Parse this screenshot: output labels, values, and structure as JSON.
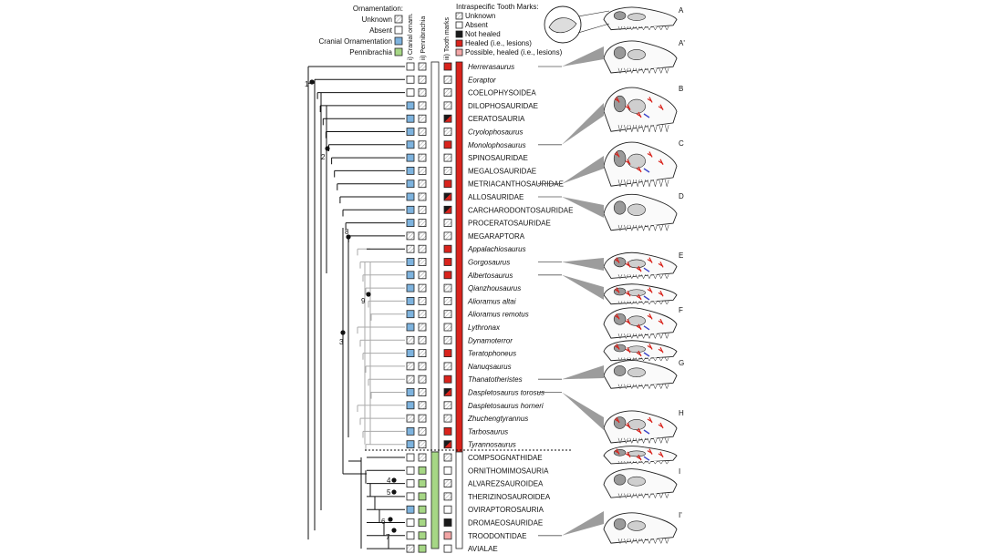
{
  "legend_ornament": {
    "title": "Ornamentation:",
    "items": [
      "Unknown",
      "Absent",
      "Cranial Ornamentation",
      "Pennibrachia"
    ]
  },
  "legend_tooth": {
    "title": "Intraspecific Tooth Marks:",
    "items": [
      "Unknown",
      "Absent",
      "Not healed",
      "Healed (i.e., lesions)",
      "Possible, healed (i.e., lesions)"
    ]
  },
  "column_headers": [
    "i) Cranial ornam.",
    "ii) Pennibrachia",
    "iii) Tooth marks"
  ],
  "colors": {
    "cranial": "#7eb3de",
    "pennibrachia": "#a6d785",
    "healed": "#d9231c",
    "not_healed": "#1a1a1a",
    "possible_healed": "#f3a6a6",
    "tyrannosaur_branch": "#a8a8a8"
  },
  "taxa": [
    {
      "name": "Herrerasaurus",
      "italic": true,
      "orn": "absent",
      "penn": "unknown",
      "tooth": "healed"
    },
    {
      "name": "Eoraptor",
      "italic": true,
      "orn": "absent",
      "penn": "unknown",
      "tooth": "unknown"
    },
    {
      "name": "COELOPHYSOIDEA",
      "italic": false,
      "orn": "absent",
      "penn": "unknown",
      "tooth": "unknown"
    },
    {
      "name": "DILOPHOSAURIDAE",
      "italic": false,
      "orn": "cranial",
      "penn": "unknown",
      "tooth": "unknown"
    },
    {
      "name": "CERATOSAURIA",
      "italic": false,
      "orn": "cranial",
      "penn": "unknown",
      "tooth": "mixed"
    },
    {
      "name": "Cryolophosaurus",
      "italic": true,
      "orn": "cranial",
      "penn": "unknown",
      "tooth": "unknown"
    },
    {
      "name": "Monolophosaurus",
      "italic": true,
      "orn": "cranial",
      "penn": "unknown",
      "tooth": "healed"
    },
    {
      "name": "SPINOSAURIDAE",
      "italic": false,
      "orn": "cranial",
      "penn": "unknown",
      "tooth": "unknown"
    },
    {
      "name": "MEGALOSAURIDAE",
      "italic": false,
      "orn": "cranial",
      "penn": "unknown",
      "tooth": "unknown"
    },
    {
      "name": "METRIACANTHOSAURIDAE",
      "italic": false,
      "orn": "cranial",
      "penn": "unknown",
      "tooth": "healed"
    },
    {
      "name": "ALLOSAURIDAE",
      "italic": false,
      "orn": "cranial",
      "penn": "unknown",
      "tooth": "mixed"
    },
    {
      "name": "CARCHARODONTOSAURIDAE",
      "italic": false,
      "orn": "cranial",
      "penn": "unknown",
      "tooth": "mixed"
    },
    {
      "name": "PROCERATOSAURIDAE",
      "italic": false,
      "orn": "cranial",
      "penn": "unknown",
      "tooth": "unknown"
    },
    {
      "name": "MEGARAPTORA",
      "italic": false,
      "orn": "unknown",
      "penn": "unknown",
      "tooth": "unknown"
    },
    {
      "name": "Appalachiosaurus",
      "italic": true,
      "orn": "unknown",
      "penn": "unknown",
      "tooth": "healed"
    },
    {
      "name": "Gorgosaurus",
      "italic": true,
      "orn": "cranial",
      "penn": "unknown",
      "tooth": "healed"
    },
    {
      "name": "Albertosaurus",
      "italic": true,
      "orn": "cranial",
      "penn": "unknown",
      "tooth": "healed"
    },
    {
      "name": "Qianzhousaurus",
      "italic": true,
      "orn": "cranial",
      "penn": "unknown",
      "tooth": "unknown"
    },
    {
      "name": "Alioramus altai",
      "italic": true,
      "orn": "cranial",
      "penn": "unknown",
      "tooth": "unknown"
    },
    {
      "name": "Alioramus remotus",
      "italic": true,
      "orn": "cranial",
      "penn": "unknown",
      "tooth": "unknown"
    },
    {
      "name": "Lythronax",
      "italic": true,
      "orn": "cranial",
      "penn": "unknown",
      "tooth": "unknown"
    },
    {
      "name": "Dynamoterror",
      "italic": true,
      "orn": "unknown",
      "penn": "unknown",
      "tooth": "unknown"
    },
    {
      "name": "Teratophoneus",
      "italic": true,
      "orn": "cranial",
      "penn": "unknown",
      "tooth": "healed"
    },
    {
      "name": "Nanuqsaurus",
      "italic": true,
      "orn": "unknown",
      "penn": "unknown",
      "tooth": "unknown"
    },
    {
      "name": "Thanatotheristes",
      "italic": true,
      "orn": "unknown",
      "penn": "unknown",
      "tooth": "healed"
    },
    {
      "name": "Daspletosaurus torosus",
      "italic": true,
      "orn": "cranial",
      "penn": "unknown",
      "tooth": "mixed"
    },
    {
      "name": "Daspletosaurus horneri",
      "italic": true,
      "orn": "cranial",
      "penn": "unknown",
      "tooth": "unknown"
    },
    {
      "name": "Zhuchengtyrannus",
      "italic": true,
      "orn": "unknown",
      "penn": "unknown",
      "tooth": "unknown"
    },
    {
      "name": "Tarbosaurus",
      "italic": true,
      "orn": "cranial",
      "penn": "unknown",
      "tooth": "healed"
    },
    {
      "name": "Tyrannosaurus",
      "italic": true,
      "orn": "cranial",
      "penn": "unknown",
      "tooth": "mixed"
    },
    {
      "name": "COMPSOGNATHIDAE",
      "italic": false,
      "orn": "absent",
      "penn": "unknown",
      "tooth": "unknown"
    },
    {
      "name": "ORNITHOMIMOSAURIA",
      "italic": false,
      "orn": "absent",
      "penn": "pennibrachia",
      "tooth": "absent"
    },
    {
      "name": "ALVAREZSAUROIDEA",
      "italic": false,
      "orn": "absent",
      "penn": "pennibrachia",
      "tooth": "unknown"
    },
    {
      "name": "THERIZINOSAUROIDEA",
      "italic": false,
      "orn": "absent",
      "penn": "pennibrachia",
      "tooth": "unknown"
    },
    {
      "name": "OVIRAPTOROSAURIA",
      "italic": false,
      "orn": "cranial",
      "penn": "pennibrachia",
      "tooth": "absent"
    },
    {
      "name": "DROMAEOSAURIDAE",
      "italic": false,
      "orn": "absent",
      "penn": "pennibrachia",
      "tooth": "not_healed"
    },
    {
      "name": "TROODONTIDAE",
      "italic": false,
      "orn": "absent",
      "penn": "pennibrachia",
      "tooth": "possible_healed"
    },
    {
      "name": "AVIALAE",
      "italic": false,
      "orn": "unknown",
      "penn": "pennibrachia",
      "tooth": "absent"
    }
  ],
  "node_labels": [
    "1",
    "2",
    "3",
    "4",
    "5",
    "6",
    "7",
    "8",
    "9"
  ],
  "skull_labels": [
    "A",
    "A'",
    "B",
    "C",
    "D",
    "E",
    "F",
    "G",
    "H",
    "I",
    "I'"
  ]
}
